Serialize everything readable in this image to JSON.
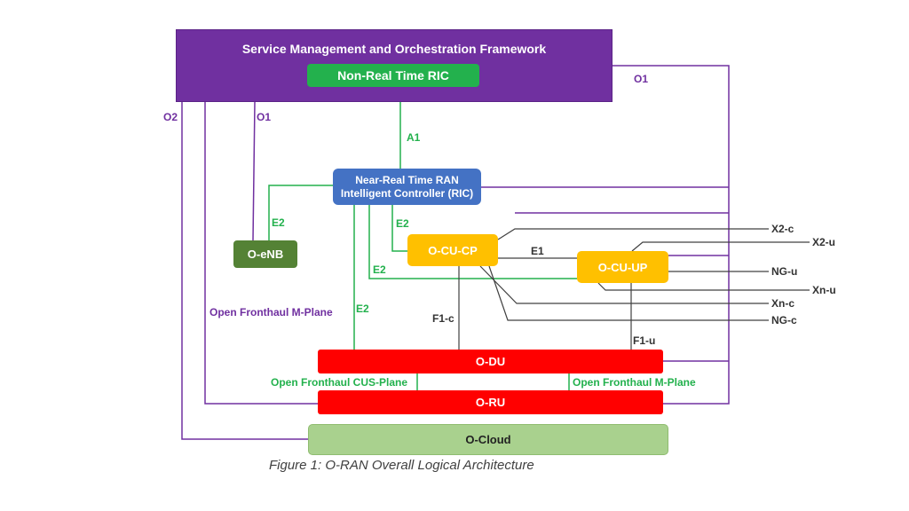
{
  "boxes": {
    "smo": "Service Management and Orchestration Framework",
    "non_rt_ric": "Non-Real Time RIC",
    "near_rt_ric_line1": "Near-Real Time RAN",
    "near_rt_ric_line2": "Intelligent Controller (RIC)",
    "oenb": "O-eNB",
    "ocu_cp": "O-CU-CP",
    "ocu_up": "O-CU-UP",
    "odu": "O-DU",
    "oru": "O-RU",
    "ocloud": "O-Cloud"
  },
  "interfaces": {
    "o1_right": "O1",
    "o2": "O2",
    "o1_left": "O1",
    "a1": "A1",
    "e2_oenb": "E2",
    "e2_cucp": "E2",
    "e2_cuup": "E2",
    "e2_odu": "E2",
    "e1": "E1",
    "f1c": "F1-c",
    "f1u": "F1-u",
    "open_fronthaul_mplane_left": "Open Fronthaul M-Plane",
    "open_fronthaul_cus_plane": "Open Fronthaul CUS-Plane",
    "open_fronthaul_mplane_right": "Open Fronthaul M-Plane",
    "x2c": "X2-c",
    "x2u": "X2-u",
    "ngu": "NG-u",
    "xnu": "Xn-u",
    "xnc": "Xn-c",
    "ngc": "NG-c"
  },
  "caption": "Figure 1: O-RAN Overall Logical Architecture",
  "colors": {
    "smo": "#7030a0",
    "non_rt_ric": "#23b14d",
    "near_rt_ric": "#4472c4",
    "oenb": "#548235",
    "ocu": "#ffc000",
    "odu_oru": "#ff0000",
    "ocloud": "#a9d18e",
    "o1_o2_lines": "#7030a0",
    "e2_lines": "#23b14d",
    "data_lines": "#404040"
  }
}
